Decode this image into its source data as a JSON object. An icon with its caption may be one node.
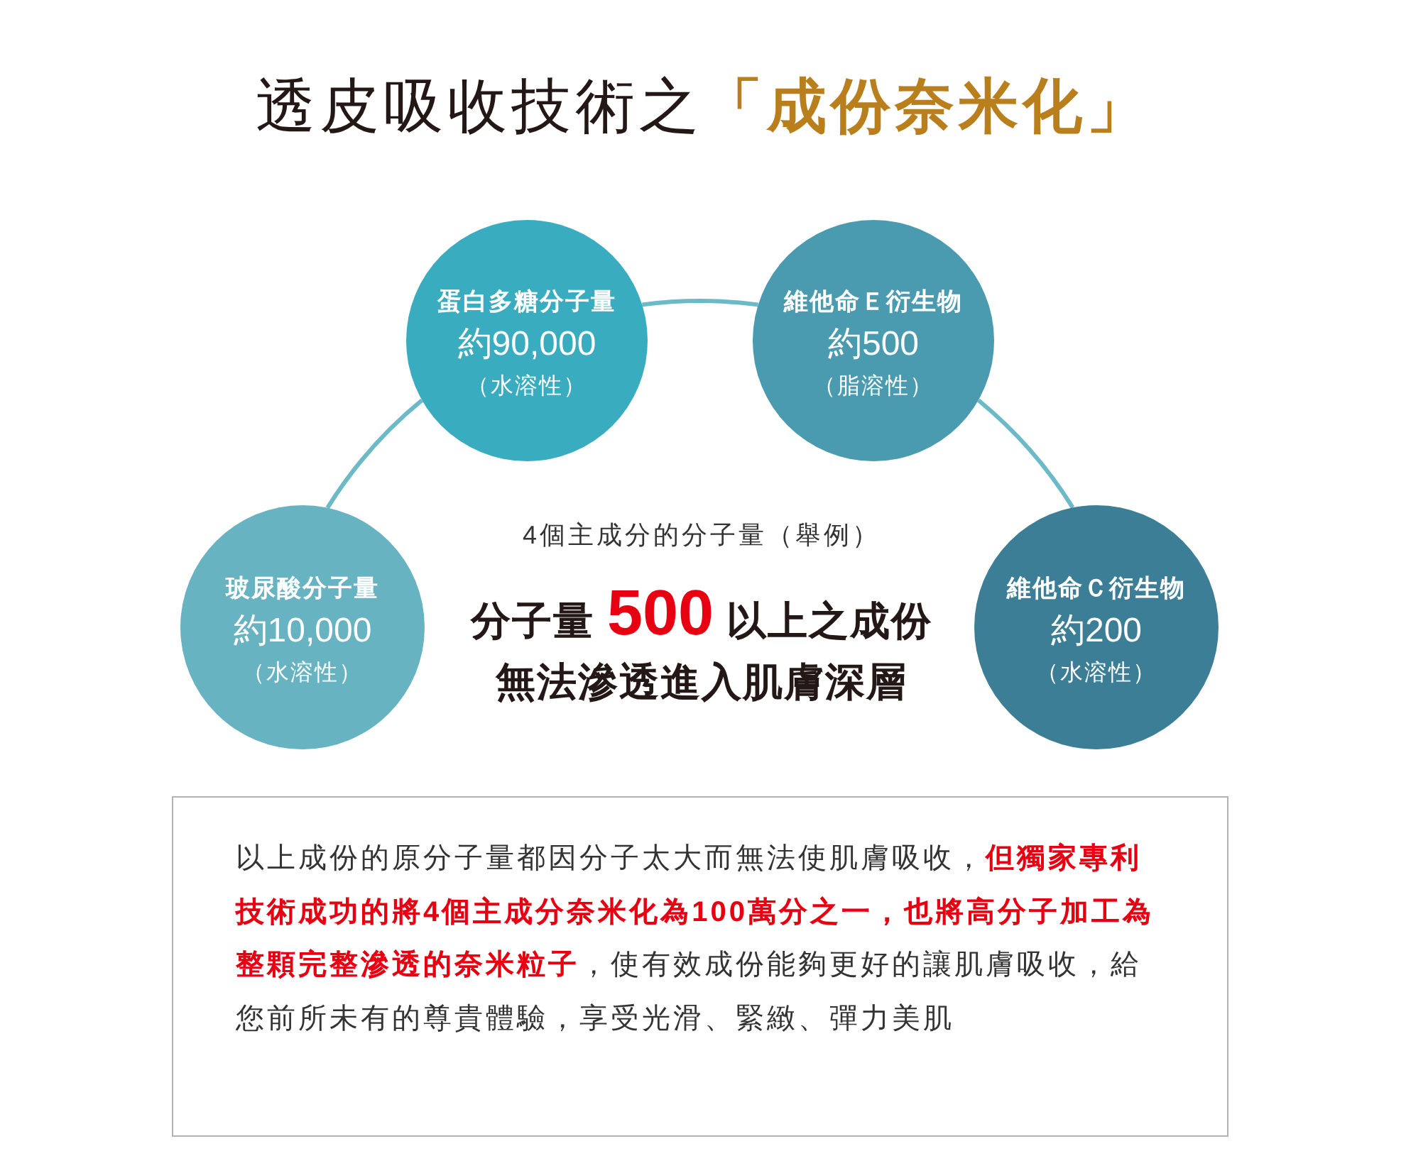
{
  "diagram": {
    "title": "透皮吸收技術之**「成份奈米化」**",
    "nodes": [
      {
        "text": [
          "蛋白多糖分子量",
          "約90,000",
          "（水溶性）"
        ]
      },
      {
        "text": [
          "維他命Ｅ衍生物",
          "約500",
          "（脂溶性）"
        ]
      },
      {
        "text": [
          "玻尿酸分子量",
          "約10,000",
          "（水溶性）"
        ]
      },
      {
        "text": [
          "維他命Ｃ衍生物",
          "約200",
          "（水溶性）"
        ]
      },
      {
        "text": [
          "以上成份的原分子量都因分子太大而無法使肌膚吸收，**但獨家專利技術成功的將4個主成分奈米化為100萬分之一，也將高分子加工為整顆完整滲透的奈米粒子**，使有效成份能夠更好的讓肌膚吸收，給您前所未有的尊貴體驗，享受光滑、緊緻、彈力美肌"
        ]
      }
    ],
    "edges": [
      {
        "from": 2,
        "to": 0,
        "arrow": "none"
      },
      {
        "from": 0,
        "to": 1,
        "arrow": "none"
      },
      {
        "from": 1,
        "to": 3,
        "arrow": "none"
      }
    ],
    "labels": [
      "4個主成分的分子量（舉例）",
      "分子量 **500** 以上之成份無法滲透進入肌膚深層"
    ]
  }
}
